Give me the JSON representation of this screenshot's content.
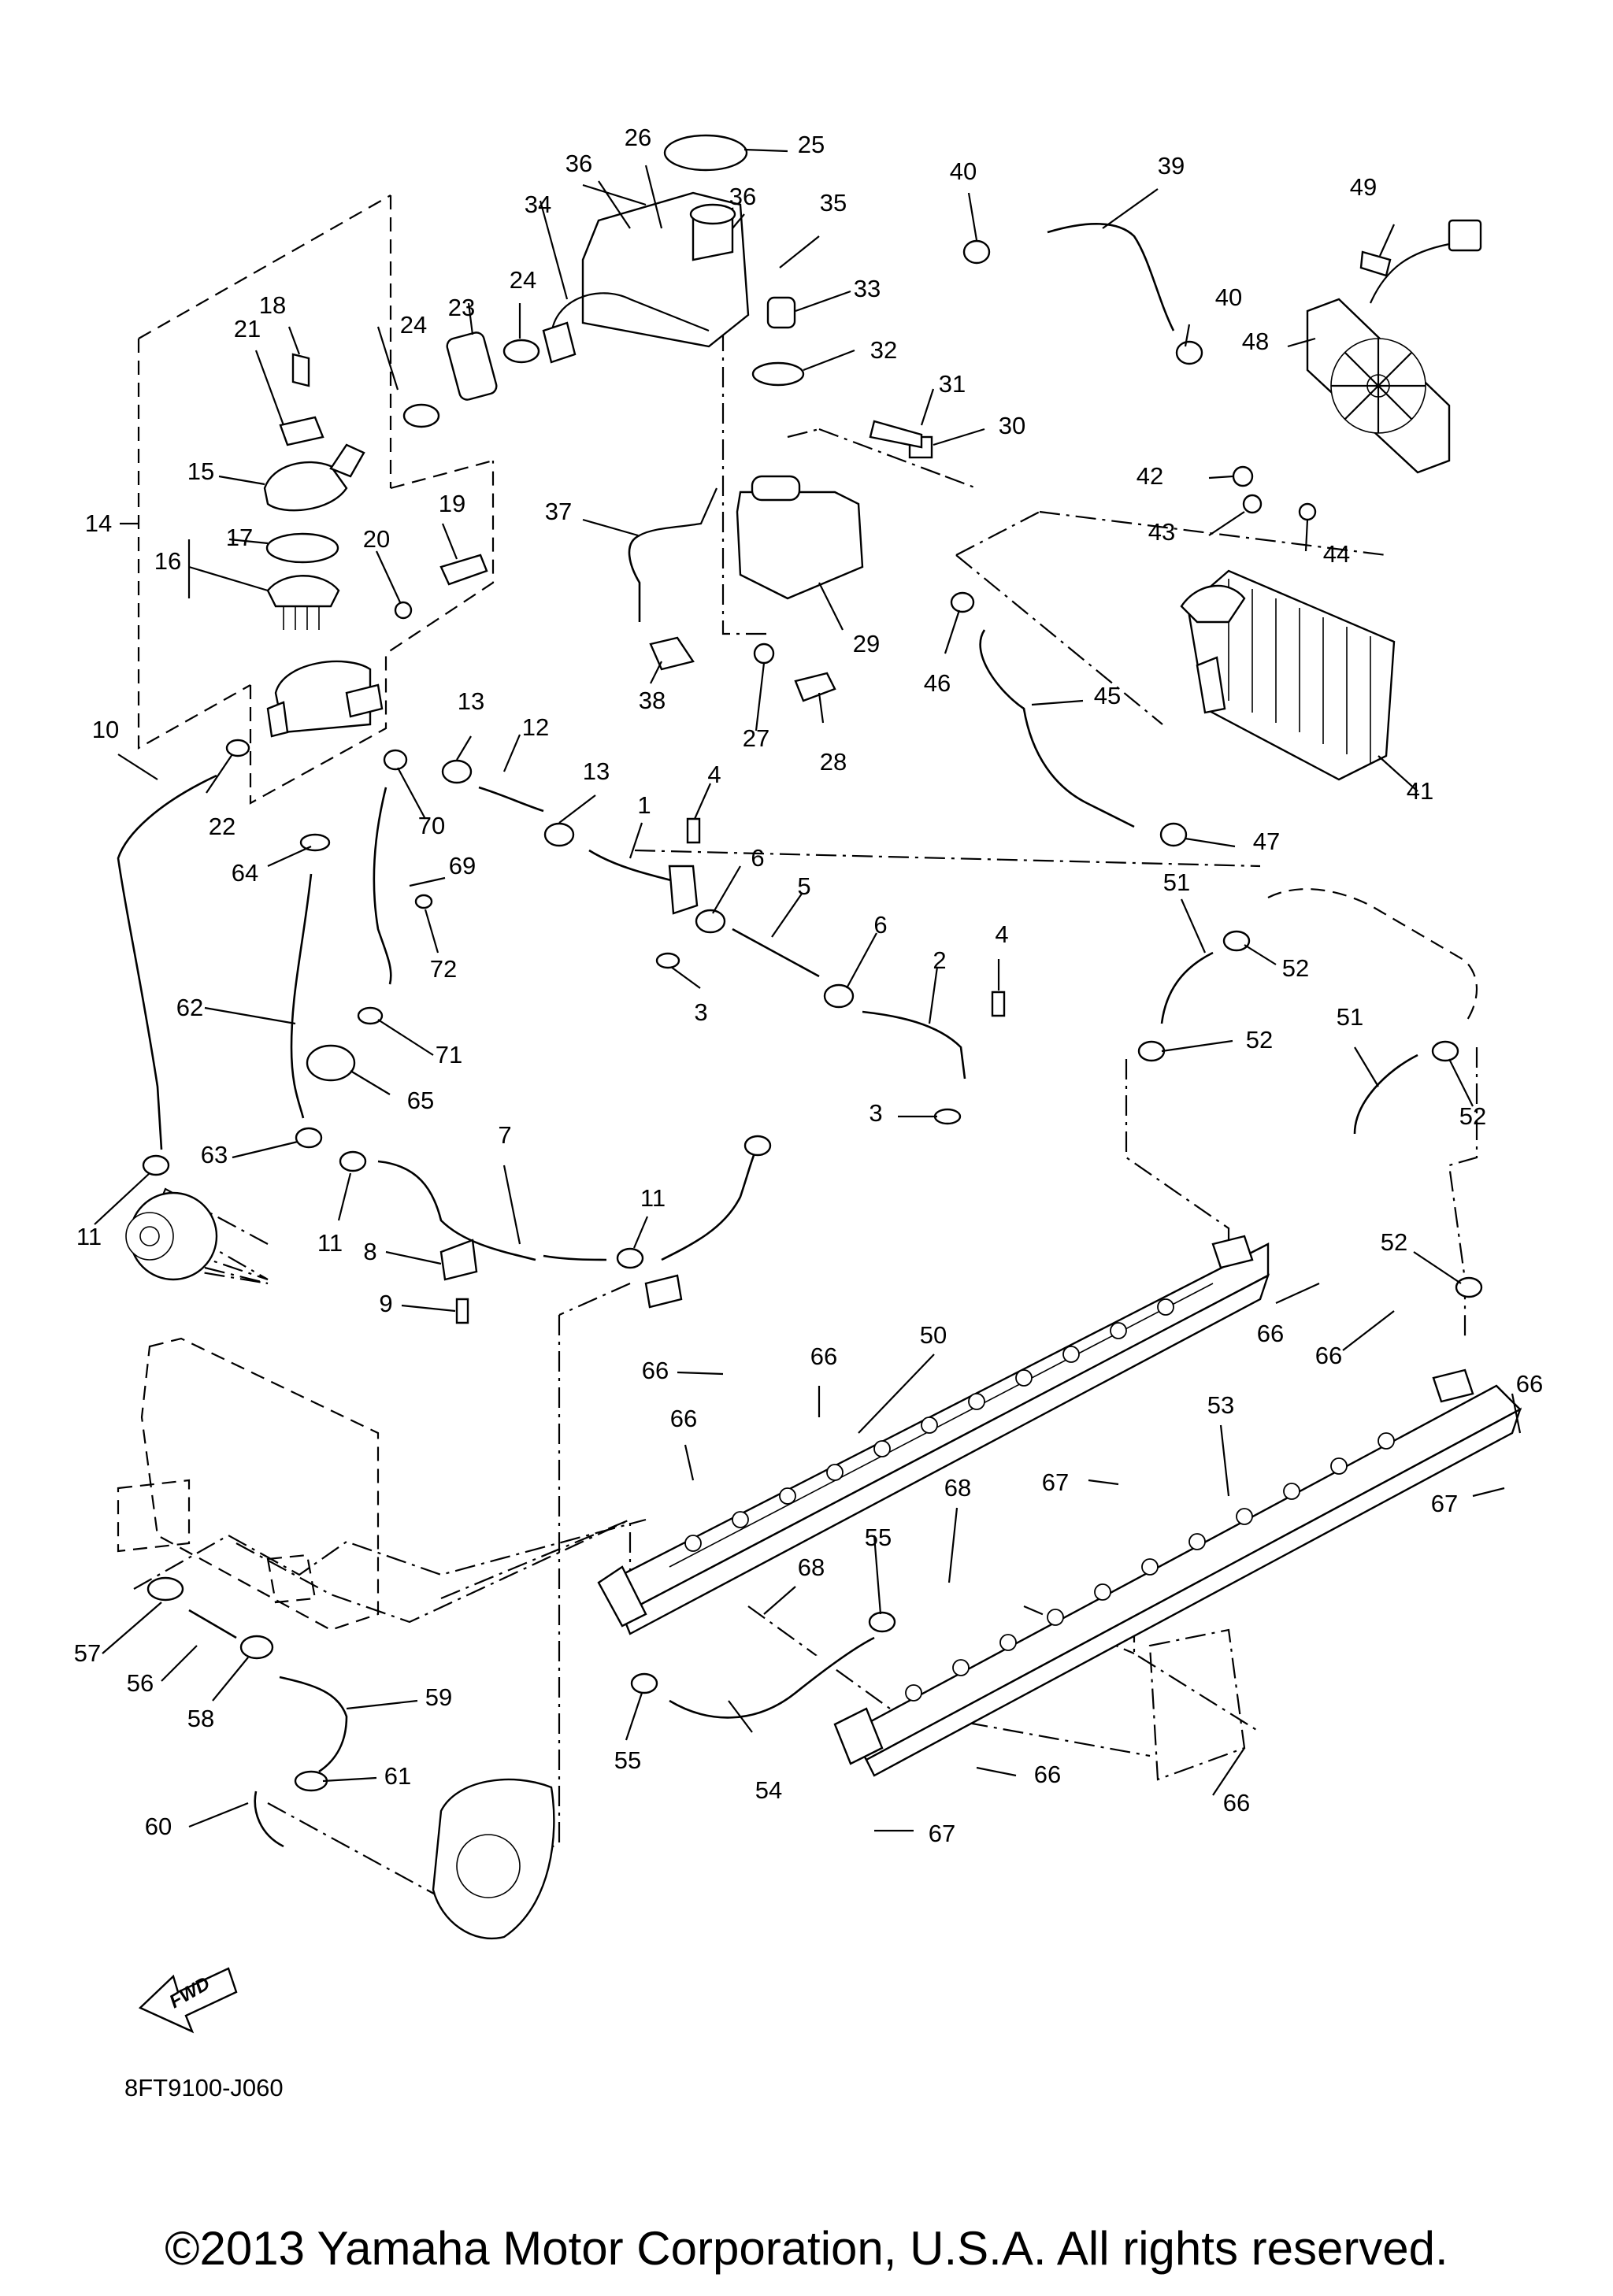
{
  "diagram": {
    "catalog_code": "8FT9100-J060",
    "copyright": "©2013 Yamaha Motor Corporation, U.S.A. All rights reserved.",
    "fwd_label": "FWD",
    "callouts": [
      "1",
      "2",
      "3",
      "3",
      "4",
      "4",
      "5",
      "6",
      "6",
      "7",
      "8",
      "9",
      "10",
      "11",
      "11",
      "11",
      "12",
      "13",
      "13",
      "14",
      "15",
      "16",
      "17",
      "18",
      "19",
      "20",
      "21",
      "22",
      "23",
      "24",
      "24",
      "25",
      "26",
      "27",
      "28",
      "29",
      "30",
      "31",
      "32",
      "33",
      "34",
      "35",
      "36",
      "36",
      "37",
      "38",
      "39",
      "40",
      "40",
      "41",
      "42",
      "43",
      "44",
      "45",
      "46",
      "47",
      "48",
      "49",
      "50",
      "51",
      "51",
      "52",
      "52",
      "52",
      "52",
      "53",
      "54",
      "55",
      "55",
      "56",
      "57",
      "58",
      "59",
      "60",
      "61",
      "62",
      "63",
      "64",
      "65",
      "66",
      "66",
      "66",
      "66",
      "66",
      "66",
      "66",
      "66",
      "67",
      "67",
      "67",
      "68",
      "68",
      "69",
      "70",
      "71",
      "72"
    ]
  }
}
